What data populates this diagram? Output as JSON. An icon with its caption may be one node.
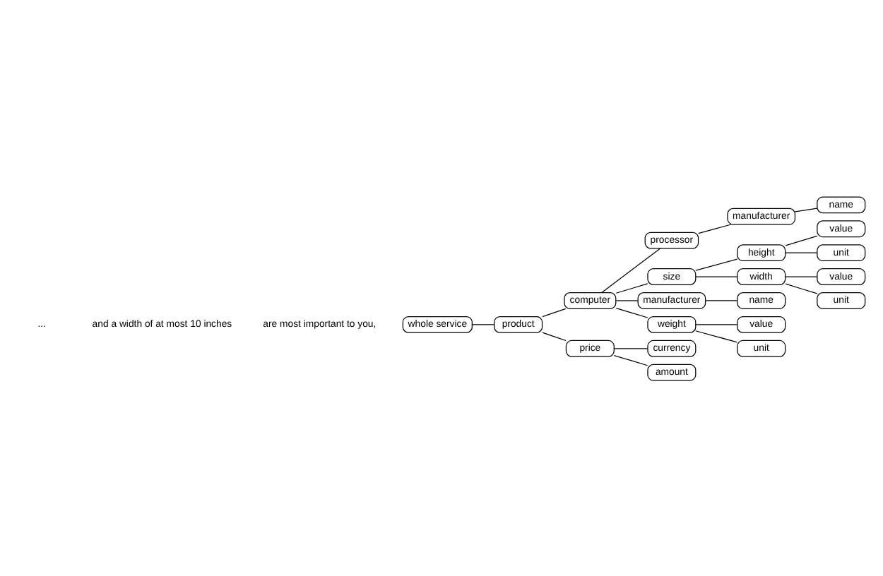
{
  "diagram": {
    "nodes": [
      {
        "text": [
          "whole service"
        ]
      },
      {
        "text": [
          "product"
        ]
      },
      {
        "text": [
          "computer"
        ]
      },
      {
        "text": [
          "price"
        ]
      },
      {
        "text": [
          "processor"
        ]
      },
      {
        "text": [
          "manufacturer"
        ]
      },
      {
        "text": [
          "name"
        ]
      },
      {
        "text": [
          "size"
        ]
      },
      {
        "text": [
          "height"
        ]
      },
      {
        "text": [
          "value"
        ]
      },
      {
        "text": [
          "unit"
        ]
      },
      {
        "text": [
          "width"
        ]
      },
      {
        "text": [
          "value"
        ]
      },
      {
        "text": [
          "unit"
        ]
      },
      {
        "text": [
          "manufacturer"
        ]
      },
      {
        "text": [
          "name"
        ]
      },
      {
        "text": [
          "weight"
        ]
      },
      {
        "text": [
          "value"
        ]
      },
      {
        "text": [
          "unit"
        ]
      },
      {
        "text": [
          "currency"
        ]
      },
      {
        "text": [
          "amount"
        ]
      }
    ],
    "edges": [
      {
        "from": 0,
        "to": 1,
        "arrow": "none"
      },
      {
        "from": 1,
        "to": 2,
        "arrow": "none"
      },
      {
        "from": 1,
        "to": 3,
        "arrow": "none"
      },
      {
        "from": 2,
        "to": 4,
        "arrow": "none"
      },
      {
        "from": 4,
        "to": 5,
        "arrow": "none"
      },
      {
        "from": 5,
        "to": 6,
        "arrow": "none"
      },
      {
        "from": 2,
        "to": 7,
        "arrow": "none"
      },
      {
        "from": 7,
        "to": 8,
        "arrow": "none"
      },
      {
        "from": 7,
        "to": 11,
        "arrow": "none"
      },
      {
        "from": 8,
        "to": 9,
        "arrow": "none"
      },
      {
        "from": 8,
        "to": 10,
        "arrow": "none"
      },
      {
        "from": 11,
        "to": 12,
        "arrow": "none"
      },
      {
        "from": 11,
        "to": 13,
        "arrow": "none"
      },
      {
        "from": 2,
        "to": 14,
        "arrow": "none"
      },
      {
        "from": 14,
        "to": 15,
        "arrow": "none"
      },
      {
        "from": 2,
        "to": 16,
        "arrow": "none"
      },
      {
        "from": 16,
        "to": 17,
        "arrow": "none"
      },
      {
        "from": 16,
        "to": 18,
        "arrow": "none"
      },
      {
        "from": 3,
        "to": 19,
        "arrow": "none"
      },
      {
        "from": 3,
        "to": 20,
        "arrow": "none"
      }
    ],
    "labels": [
      "...",
      "and a width of at most 10 inches",
      "are most important to you,"
    ]
  }
}
